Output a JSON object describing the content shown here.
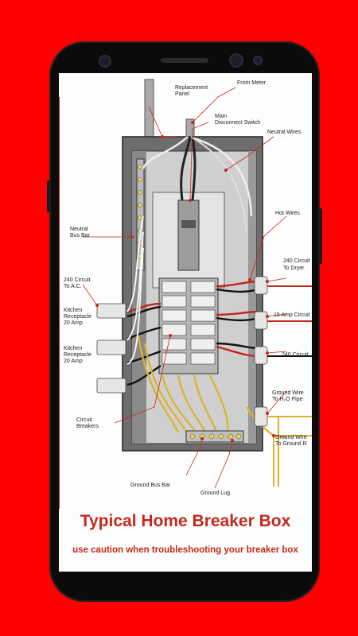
{
  "labels": {
    "replacement_panel": [
      "Replacement",
      "Panel"
    ],
    "from_meter": "From Meter",
    "main_disconnect": [
      "Main",
      "Disconnect Switch"
    ],
    "neutral_wires": "Neutral Wires",
    "neutral_bus_bar": [
      "Neutral",
      "Bus Bar"
    ],
    "hot_wires": "Hot Wires",
    "circuit_240_dryer": [
      "240 Circuit",
      "To Dryer"
    ],
    "circuit_240_ac": [
      "240 Circuit",
      "To A.C."
    ],
    "amp15": "15 Amp Circuit",
    "kitchen1": [
      "Kitchen",
      "Receptacle",
      "20 Amp"
    ],
    "kitchen2": [
      "Kitchen",
      "Receptacle",
      "20 Amp"
    ],
    "circuit_240": "240 Circuit",
    "ground_h2o": [
      "Ground Wire",
      "To H₂O Pipe"
    ],
    "ground_ground": [
      "Ground Wire",
      "To Ground R"
    ],
    "circuit_breakers": [
      "Circuit",
      "Breakers"
    ],
    "ground_bus_bar": "Ground Bus Bar",
    "ground_lug": "Ground Lug"
  },
  "title": "Typical Home Breaker Box",
  "subtitle": "use caution when troubleshooting your breaker box",
  "colors": {
    "background": "#ff0000",
    "title": "#c42a1c"
  }
}
